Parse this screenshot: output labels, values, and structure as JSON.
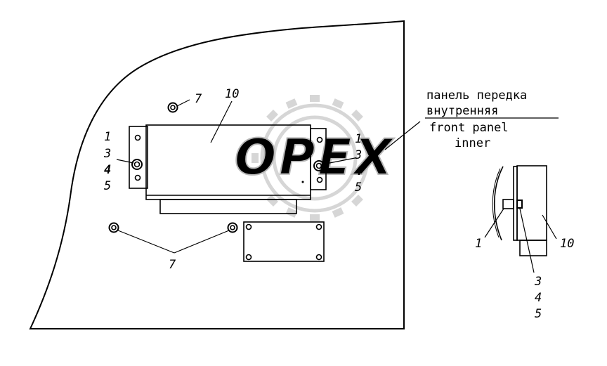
{
  "watermark": {
    "text": "OPEX",
    "color": "#cfcfcf"
  },
  "caption": {
    "ru_line1": "панель передка",
    "ru_line2": "внутренняя",
    "en_line1": "front panel",
    "en_line2": "inner"
  },
  "callouts": {
    "c7_top": "7",
    "c10_top": "10",
    "c7_bottom": "7",
    "left_stack": [
      "1",
      "3",
      "4",
      "5"
    ],
    "right_stack": [
      "1",
      "3",
      "4",
      "5"
    ],
    "side_1": "1",
    "side_10": "10",
    "side_stack": [
      "3",
      "4",
      "5"
    ]
  }
}
